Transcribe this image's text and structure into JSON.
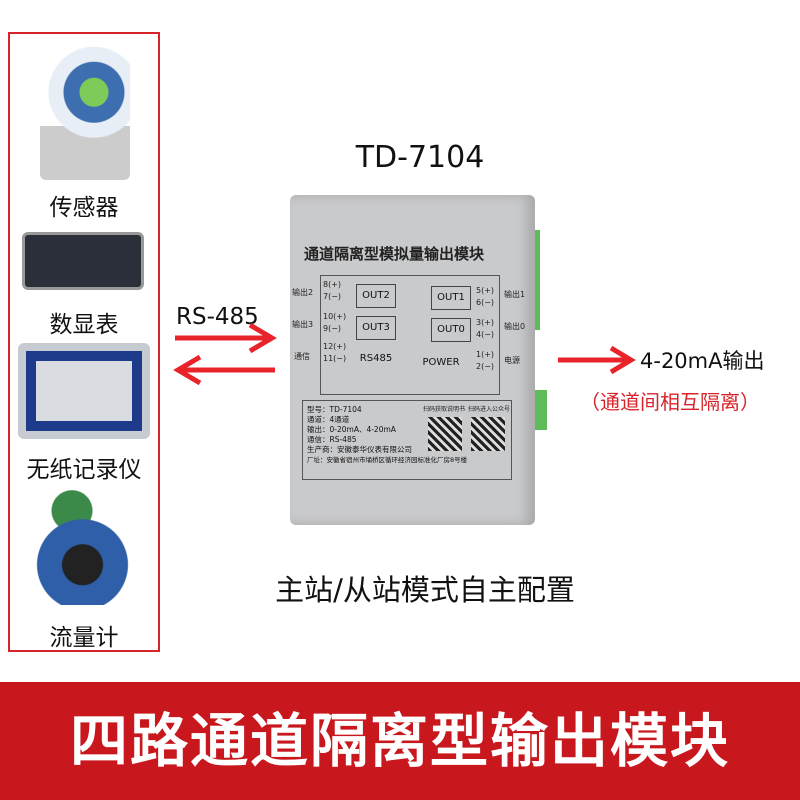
{
  "left_panel": {
    "items": [
      {
        "label": "传感器"
      },
      {
        "label": "数显表"
      },
      {
        "label": "无纸记录仪"
      },
      {
        "label": "流量计"
      }
    ]
  },
  "product_model": "TD-7104",
  "comm_label": "RS-485",
  "output_label": "4-20mA输出",
  "isolation_note": "（通道间相互隔离）",
  "mode_note": "主站/从站模式自主配置",
  "banner": "四路通道隔离型输出模块",
  "device": {
    "title": "通道隔离型模拟量输出模块",
    "blocks": [
      "OUT2",
      "OUT1",
      "OUT3",
      "OUT0",
      "RS485",
      "POWER"
    ],
    "left_pins": [
      "8(+)",
      "7(−)",
      "10(+)",
      "9(−)",
      "12(+)",
      "11(−)"
    ],
    "right_pins": [
      "5(+)",
      "6(−)",
      "3(+)",
      "4(−)",
      "1(+)",
      "2(−)"
    ],
    "left_labels": [
      "输出2",
      "输出3",
      "通信"
    ],
    "right_labels": [
      "输出1",
      "输出0",
      "电源"
    ],
    "plate": [
      "型号：TD-7104",
      "通道：4通道",
      "输出：0-20mA、4-20mA",
      "通信：RS-485",
      "生产商：安徽泰华仪表有限公司",
      "厂址：安徽省宿州市埇桥区循环经济园标准化厂房8号楼"
    ],
    "qr_labels": [
      "扫码获取说明书",
      "扫码进入公众号"
    ]
  },
  "colors": {
    "accent": "#d8232a",
    "banner": "#c8181e"
  }
}
